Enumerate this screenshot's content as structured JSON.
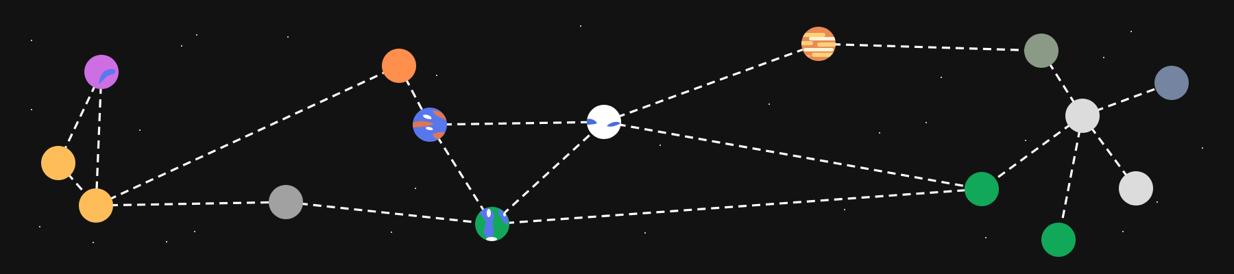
{
  "scene": "star-map",
  "colors": {
    "background": "#121212",
    "link": "#ffffff",
    "star": "#ffffff"
  },
  "planets": [
    {
      "id": "violet",
      "kind": "continents",
      "base": "#cd6fe2",
      "detail": "#5b78f0"
    },
    {
      "id": "yellow-a",
      "kind": "plain",
      "base": "#ffbd5a"
    },
    {
      "id": "yellow-b",
      "kind": "plain",
      "base": "#ffbd5a"
    },
    {
      "id": "grey",
      "kind": "plain",
      "base": "#a1a1a1"
    },
    {
      "id": "orange",
      "kind": "plain",
      "base": "#ff8f4d"
    },
    {
      "id": "blue-red",
      "kind": "continents",
      "base": "#5877ec",
      "detail": "#e07653"
    },
    {
      "id": "earth",
      "kind": "earth",
      "base": "#12a85a",
      "detail": "#5877ec"
    },
    {
      "id": "white",
      "kind": "continents",
      "base": "#ffffff",
      "detail": "#4a6bd8"
    },
    {
      "id": "banded",
      "kind": "banded",
      "base": "#ea8a55",
      "detail": "#ffd27a"
    },
    {
      "id": "sage",
      "kind": "plain",
      "base": "#8a9a87"
    },
    {
      "id": "light-grey",
      "kind": "plain",
      "base": "#dcdcdc"
    },
    {
      "id": "slate",
      "kind": "plain",
      "base": "#7584a0"
    },
    {
      "id": "green-a",
      "kind": "plain",
      "base": "#12a85a"
    },
    {
      "id": "light-grey-b",
      "kind": "plain",
      "base": "#dcdcdc"
    },
    {
      "id": "green-b",
      "kind": "plain",
      "base": "#12a85a"
    }
  ],
  "links": [
    [
      "violet",
      "yellow-a"
    ],
    [
      "violet",
      "yellow-b"
    ],
    [
      "yellow-a",
      "yellow-b"
    ],
    [
      "yellow-b",
      "grey"
    ],
    [
      "yellow-b",
      "orange"
    ],
    [
      "grey",
      "earth"
    ],
    [
      "orange",
      "blue-red"
    ],
    [
      "blue-red",
      "white"
    ],
    [
      "blue-red",
      "earth"
    ],
    [
      "earth",
      "white"
    ],
    [
      "earth",
      "green-a"
    ],
    [
      "white",
      "banded"
    ],
    [
      "white",
      "green-a"
    ],
    [
      "banded",
      "sage"
    ],
    [
      "sage",
      "light-grey"
    ],
    [
      "light-grey",
      "slate"
    ],
    [
      "light-grey",
      "green-a"
    ],
    [
      "light-grey",
      "light-grey-b"
    ],
    [
      "light-grey",
      "green-b"
    ]
  ]
}
